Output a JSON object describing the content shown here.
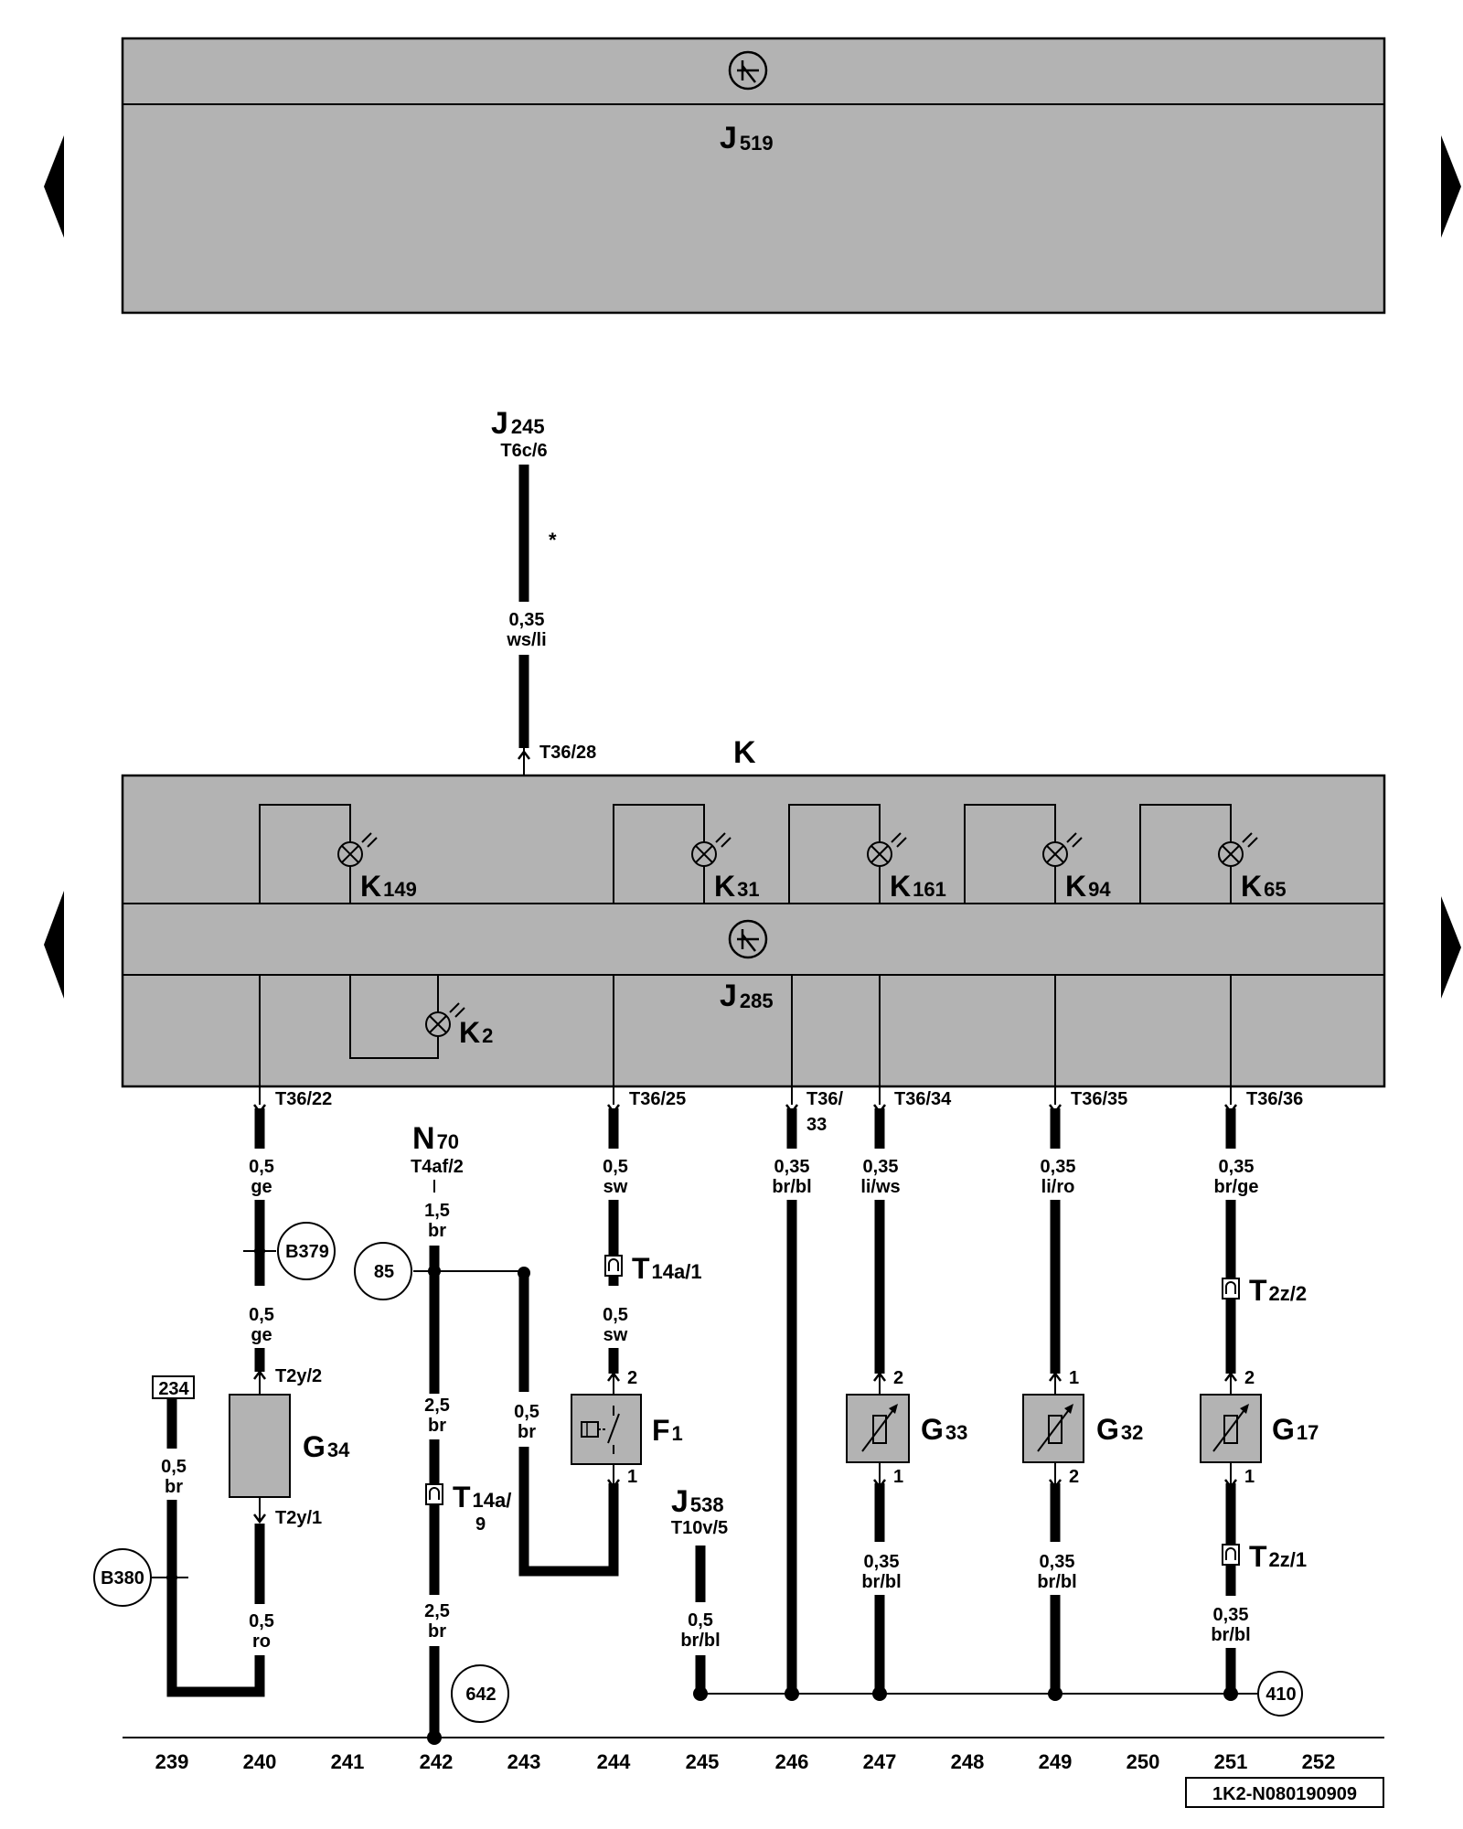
{
  "modules": {
    "j519": {
      "letter": "J",
      "sub": "519"
    },
    "k": {
      "letter": "K"
    },
    "j285": {
      "letter": "J",
      "sub": "285"
    }
  },
  "lamps": [
    {
      "letter": "K",
      "sub": "149"
    },
    {
      "letter": "K",
      "sub": "31"
    },
    {
      "letter": "K",
      "sub": "161"
    },
    {
      "letter": "K",
      "sub": "94"
    },
    {
      "letter": "K",
      "sub": "65"
    },
    {
      "letter": "K",
      "sub": "2"
    }
  ],
  "j245": {
    "letter": "J",
    "sub": "245",
    "pin": "T6c/6",
    "asterisk": "*",
    "wire": [
      "0,35",
      "ws/li"
    ],
    "k_pin": "T36/28"
  },
  "k_pins": [
    "T36/22",
    "T36/25",
    "T36/",
    "33",
    "T36/34",
    "T36/35",
    "T36/36"
  ],
  "n70": {
    "letter": "N",
    "sub": "70",
    "pin": "T4af/2"
  },
  "j538": {
    "letter": "J",
    "sub": "538",
    "pin": "T10v/5"
  },
  "wires": {
    "w240a": [
      "0,5",
      "ge"
    ],
    "w240b": [
      "0,5",
      "ge"
    ],
    "w240c": [
      "0,5",
      "ro"
    ],
    "w239": [
      "0,5",
      "br"
    ],
    "w242a": [
      "1,5",
      "br"
    ],
    "w242b": [
      "2,5",
      "br"
    ],
    "w242c": [
      "2,5",
      "br"
    ],
    "w243": [
      "0,5",
      "br"
    ],
    "w244a": [
      "0,5",
      "sw"
    ],
    "w244b": [
      "0,5",
      "sw"
    ],
    "w245": [
      "0,5",
      "br/bl"
    ],
    "w246": [
      "0,35",
      "br/bl"
    ],
    "w247a": [
      "0,35",
      "li/ws"
    ],
    "w247b": [
      "0,35",
      "br/bl"
    ],
    "w249a": [
      "0,35",
      "li/ro"
    ],
    "w249b": [
      "0,35",
      "br/bl"
    ],
    "w251a": [
      "0,35",
      "br/ge"
    ],
    "w251b": [
      "0,35",
      "br/bl"
    ]
  },
  "connectors": {
    "t2y2": "T2y/2",
    "t2y1": "T2y/1",
    "t14a1": {
      "letter": "T",
      "sub": "14a/1"
    },
    "t14a9": {
      "letter": "T",
      "sub": "14a/",
      "sub2": "9"
    },
    "t2z2": {
      "letter": "T",
      "sub": "2z/2"
    },
    "t2z1": {
      "letter": "T",
      "sub": "2z/1"
    }
  },
  "components": {
    "g34": {
      "letter": "G",
      "sub": "34"
    },
    "f1": {
      "letter": "F",
      "sub": "1",
      "pin_top": "2",
      "pin_bot": "1"
    },
    "g33": {
      "letter": "G",
      "sub": "33",
      "pin_top": "2",
      "pin_bot": "1"
    },
    "g32": {
      "letter": "G",
      "sub": "32",
      "pin_top": "1",
      "pin_bot": "2"
    },
    "g17": {
      "letter": "G",
      "sub": "17",
      "pin_top": "2",
      "pin_bot": "1"
    }
  },
  "references": {
    "box234": "234",
    "b379": "B379",
    "b380": "B380",
    "r85": "85",
    "r642": "642",
    "r410": "410"
  },
  "columns": [
    "239",
    "240",
    "241",
    "242",
    "243",
    "244",
    "245",
    "246",
    "247",
    "248",
    "249",
    "250",
    "251",
    "252"
  ],
  "diagram_id": "1K2-N080190909"
}
